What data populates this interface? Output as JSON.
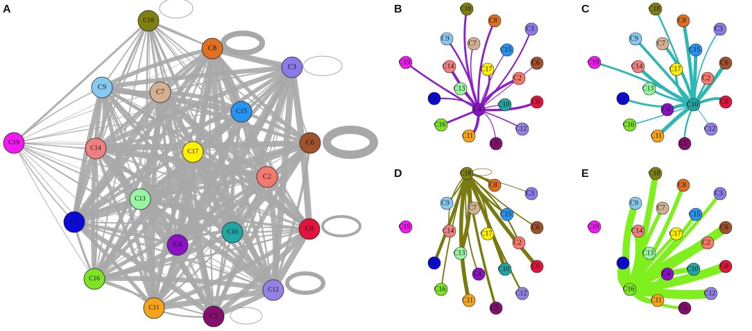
{
  "panels": [
    {
      "id": "A",
      "letter": "A",
      "edge_color": "#a8a8a8",
      "focus": "all"
    },
    {
      "id": "B",
      "letter": "B",
      "edge_color": "#8b1fc9",
      "focus": "C4"
    },
    {
      "id": "C",
      "letter": "C",
      "edge_color": "#2fb7b3",
      "focus": "C10"
    },
    {
      "id": "D",
      "letter": "D",
      "edge_color": "#7a7a10",
      "focus": "C18"
    },
    {
      "id": "E",
      "letter": "E",
      "edge_color": "#7ff01e",
      "focus": "C16"
    }
  ],
  "nodes": [
    {
      "id": "C0",
      "label": "C0",
      "color": "#e0143c"
    },
    {
      "id": "C1",
      "label": "C1",
      "color": "#0b0bd8"
    },
    {
      "id": "C2",
      "label": "C2",
      "color": "#f37a6c"
    },
    {
      "id": "C3",
      "label": "C3",
      "color": "#8a7ce8"
    },
    {
      "id": "C4",
      "label": "C4",
      "color": "#8a12c4"
    },
    {
      "id": "C5",
      "label": "C5",
      "color": "#830f6e"
    },
    {
      "id": "C6",
      "label": "C6",
      "color": "#a0522d"
    },
    {
      "id": "C7",
      "label": "C7",
      "color": "#d2b090"
    },
    {
      "id": "C8",
      "label": "C8",
      "color": "#e0701f"
    },
    {
      "id": "C9",
      "label": "C9",
      "color": "#87c9ef"
    },
    {
      "id": "C10",
      "label": "C10",
      "color": "#22a6a4"
    },
    {
      "id": "C11",
      "label": "C11",
      "color": "#f7a41a"
    },
    {
      "id": "C12",
      "label": "C12",
      "color": "#9580e6"
    },
    {
      "id": "C13",
      "label": "C13",
      "color": "#98f5a0"
    },
    {
      "id": "C14",
      "label": "C14",
      "color": "#f08080"
    },
    {
      "id": "C15",
      "label": "C15",
      "color": "#2894f0"
    },
    {
      "id": "C16",
      "label": "C16",
      "color": "#7ce424"
    },
    {
      "id": "C17",
      "label": "C17",
      "color": "#ffef00"
    },
    {
      "id": "C18",
      "label": "C18",
      "color": "#808010"
    },
    {
      "id": "C19",
      "label": "C19",
      "color": "#f019f0"
    }
  ]
}
